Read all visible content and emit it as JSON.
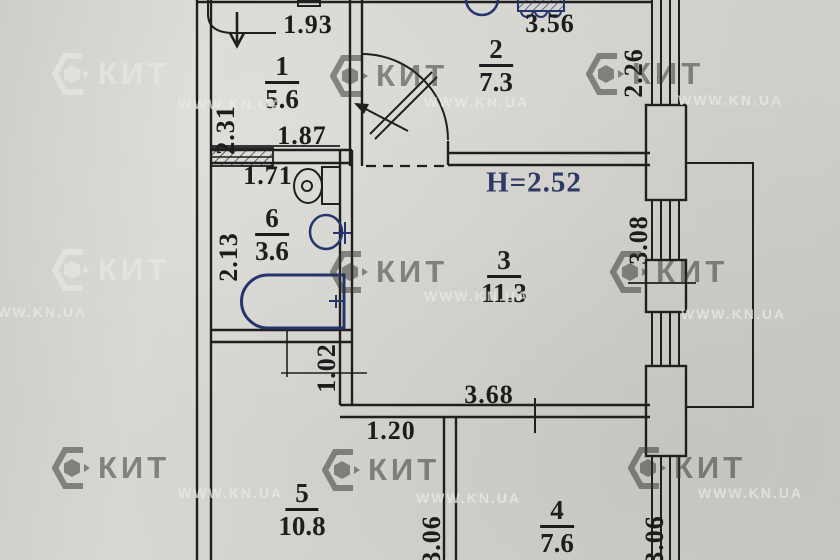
{
  "watermark": {
    "brand": "КИТ",
    "url": "WWW.KN.UA"
  },
  "ceiling_height_label": "H=2.52",
  "rooms": [
    {
      "number": "1",
      "area": "5.6"
    },
    {
      "number": "2",
      "area": "7.3"
    },
    {
      "number": "3",
      "area": "11.3"
    },
    {
      "number": "4",
      "area": "7.6"
    },
    {
      "number": "5",
      "area": "10.8"
    },
    {
      "number": "6",
      "area": "3.6"
    }
  ],
  "dimensions": {
    "entry_width": "1.93",
    "hall_depth": "2.31",
    "hall_bottom_width": "1.87",
    "bath_top_width": "1.71",
    "bath_depth": "2.13",
    "kitchen_fixture": "3.56",
    "kitchen_right": "2.26",
    "room3_right": "3.08",
    "room3_bottom": "3.68",
    "corridor_wall": "1.02",
    "corridor_passage": "1.20",
    "room5_depth": "3.06",
    "room4_depth": "3.06"
  },
  "fixtures": [
    "entrance-arrow",
    "door-swing",
    "bathtub",
    "washbasin",
    "toilet",
    "kitchen-sink",
    "stove",
    "balcony",
    "windows"
  ],
  "colors": {
    "ink": "#1f1f1f",
    "plumbing_blue": "#24356e",
    "paper": "#d5d3ce"
  }
}
